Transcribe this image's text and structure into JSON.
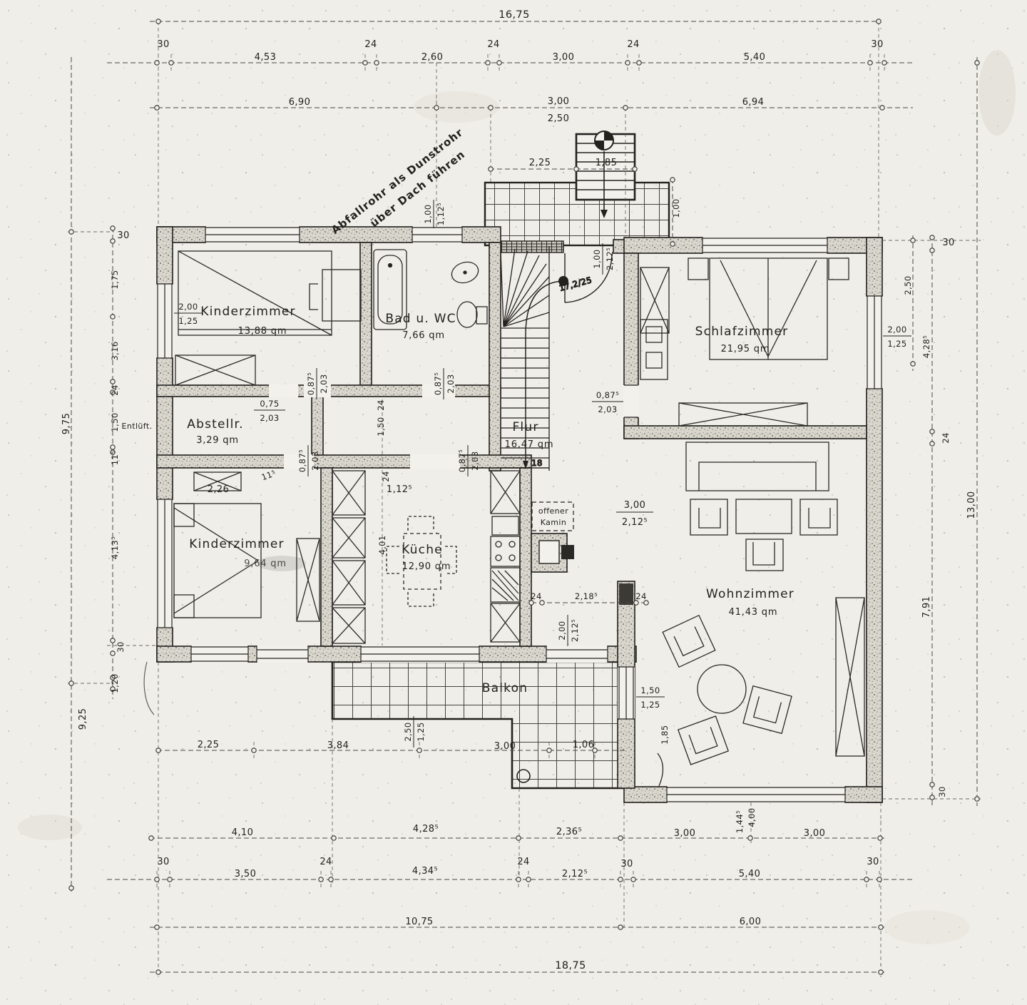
{
  "drawing": {
    "kind": "Grundriss / floor plan, scanned blueprint",
    "ink": "#23221e",
    "paper": "#f0eee9"
  },
  "rooms": {
    "kinderzimmer1": {
      "name": "Kinderzimmer",
      "area": "13,88 qm"
    },
    "bad": {
      "name": "Bad u. WC",
      "area": "7,66 qm"
    },
    "schlafzimmer": {
      "name": "Schlafzimmer",
      "area": "21,95 qm"
    },
    "abstellraum": {
      "name": "Abstellr.",
      "area": "3,29 qm"
    },
    "kinderzimmer2": {
      "name": "Kinderzimmer",
      "area": "9,64 qm"
    },
    "kueche": {
      "name": "Küche",
      "area": "12,90 qm"
    },
    "flur": {
      "name": "Flur",
      "area": "16,47 qm"
    },
    "wohnzimmer": {
      "name": "Wohnzimmer",
      "area": "41,43 qm"
    },
    "balkon": {
      "name": "Balkon"
    }
  },
  "annotations": {
    "duct_note_l1": "Abfallrohr als Dunstrohr",
    "duct_note_l2": "über Dach führen",
    "vent": "Entlüft.",
    "fireplace_l1": "offener",
    "fireplace_l2": "Kamin",
    "stair_count": "18",
    "stair_ratio": "17,2/25"
  },
  "dims": {
    "top_total": "16,75",
    "top_chain": [
      "30",
      "4,53",
      "24",
      "2,60",
      "24",
      "3,00",
      "24",
      "5,40",
      "30"
    ],
    "top_inner": [
      "6,90",
      "3,00",
      "2,50",
      "6,94"
    ],
    "porch": [
      "2,25",
      "1,85",
      "1,00",
      "1,12⁵",
      "1,00"
    ],
    "entry_door": [
      "1,00",
      "2,12⁵"
    ],
    "left_chain": [
      "30",
      "1,75",
      "3,16",
      "24",
      "1,50",
      "11⁵",
      "4,13⁵",
      "30",
      "1,20"
    ],
    "left_totals": [
      "9,75",
      "9,25"
    ],
    "right_window_chain": "2,50",
    "right_chain": [
      "30",
      "4,28⁵",
      "24",
      "7,91",
      "30"
    ],
    "right_total": "13,00",
    "bottom_row1": [
      "4,10",
      "4,28⁵",
      "2,36⁵",
      "3,00",
      "3,00"
    ],
    "bottom_row2": [
      "30",
      "3,50",
      "24",
      "4,34⁵",
      "24",
      "2,12⁵",
      "30",
      "5,40",
      "30"
    ],
    "bottom_row3": [
      "10,75",
      "6,00"
    ],
    "bottom_total": "18,75",
    "bottom_vert": [
      "4,00",
      "1,44⁵"
    ],
    "balkon_dims": [
      "2,25",
      "3,84",
      "3,00",
      "1,06"
    ],
    "balkon_door": [
      "2,50",
      "1,25"
    ],
    "balkon_height": "1,85",
    "wz_window": [
      "1,50",
      "1,25"
    ],
    "window_left": [
      "2,00",
      "1,25"
    ],
    "window_right": [
      "2,00",
      "1,25"
    ],
    "door_basic": [
      "0,87⁵",
      "2,03"
    ],
    "door_abstell": [
      "0,75",
      "2,03"
    ],
    "flur_opening": [
      "3,00",
      "2,12⁵"
    ],
    "kitchen_pass": [
      "24",
      "2,18⁵",
      "24"
    ],
    "kitchen_pass_rot": [
      "2,00",
      "2,12⁵"
    ],
    "small": [
      "2,26",
      "1,12⁵",
      "11⁵",
      "24",
      "1,50",
      "24",
      "4,01"
    ]
  }
}
